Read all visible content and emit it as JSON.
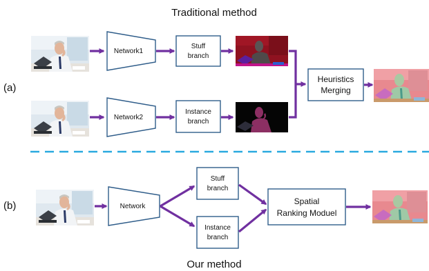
{
  "title_top": "Traditional method",
  "title_bottom": "Our method",
  "section_a": "(a)",
  "section_b": "(b)",
  "a": {
    "net1": "Network1",
    "net2": "Network2",
    "stuff": [
      "Stuff",
      "branch"
    ],
    "instance": [
      "Instance",
      "branch"
    ],
    "merge": [
      "Heuristics",
      "Merging"
    ]
  },
  "b": {
    "net": "Network",
    "stuff": [
      "Stuff",
      "branch"
    ],
    "instance": [
      "Instance",
      "branch"
    ],
    "ranking": [
      "Spatial",
      "Ranking Moduel"
    ]
  },
  "colors": {
    "arrow": "#7030a0",
    "box_border": "#2f5d8a",
    "separator": "#29a9df"
  }
}
